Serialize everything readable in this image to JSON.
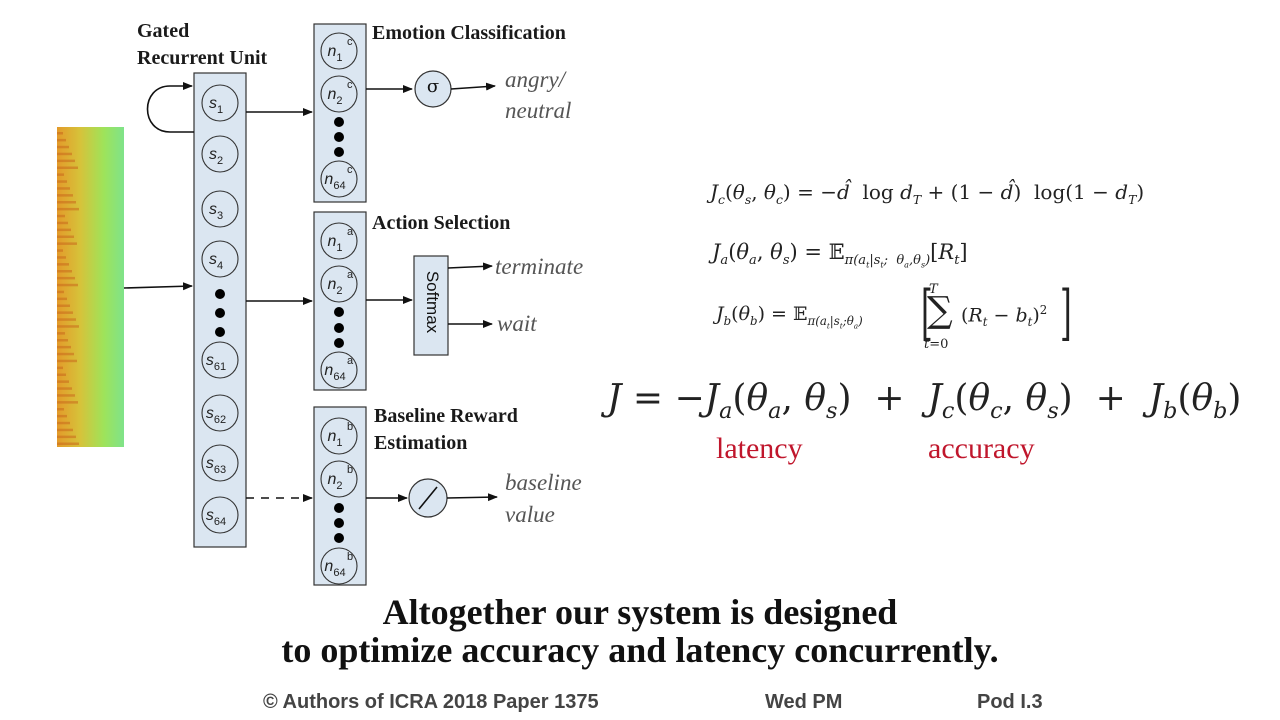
{
  "diagram": {
    "gru_title_line1": "Gated",
    "gru_title_line2": "Recurrent Unit",
    "gru_states": [
      "s1",
      "s2",
      "s3",
      "s4",
      "s61",
      "s62",
      "s63",
      "s64"
    ],
    "emotion": {
      "title": "Emotion Classification",
      "neurons": [
        "n1c",
        "n2c",
        "n64c"
      ],
      "op": "σ",
      "output_line1": "angry/",
      "output_line2": "neutral"
    },
    "action": {
      "title": "Action Selection",
      "neurons": [
        "n1a",
        "n2a",
        "n64a"
      ],
      "op": "Softmax",
      "output1": "terminate",
      "output2": "wait"
    },
    "baseline": {
      "title_line1": "Baseline Reward",
      "title_line2": "Estimation",
      "neurons": [
        "n1b",
        "n2b",
        "n64b"
      ],
      "op": "/",
      "output_line1": "baseline",
      "output_line2": "value"
    }
  },
  "equations": {
    "jc": "J_c(θ_s, θ_c) = −d̂ log d_T + (1 − d̂) log(1 − d_T)",
    "ja": "J_a(θ_a, θ_s) = E_{π(a_t|s_t; θ_a, θ_s)}[R_t]",
    "jb": "J_b(θ_b) = E_{π(a_t|s_t;θ_a)} [ Σ_{t=0}^{T} (R_t − b_t)^2 ]",
    "main": "J = −J_a(θ_a, θ_s) + J_c(θ_c, θ_s) + J_b(θ_b)",
    "label_latency": "latency",
    "label_accuracy": "accuracy"
  },
  "caption": {
    "line1": "Altogether our system is designed",
    "line2": "to optimize accuracy and latency concurrently."
  },
  "footer": {
    "authors": "© Authors of ICRA 2018 Paper 1375",
    "session": "Wed PM",
    "pod": "Pod I.3"
  },
  "colors": {
    "box_fill": "#dbe6f1",
    "accent_red": "#c0162c",
    "spectrogram_low": "#7fe07a",
    "spectrogram_high": "#e8a21f"
  }
}
